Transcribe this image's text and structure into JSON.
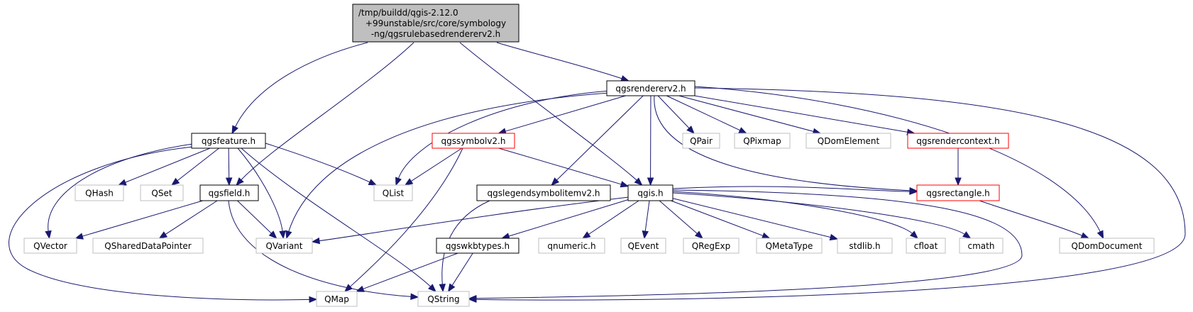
{
  "colors": {
    "edge": "#191970",
    "border_black": "#000000",
    "border_red": "#ff0000",
    "border_gray": "#bfbfbf",
    "root_fill": "#bfbfbf",
    "node_fill": "#ffffff"
  },
  "nodes": [
    {
      "id": "root",
      "lines": [
        "/tmp/buildd/qgis-2.12.0",
        "+99unstable/src/core/symbology",
        "-ng/qgsrulebasedrendererv2.h"
      ],
      "style": "root"
    },
    {
      "id": "qgsfeature",
      "lines": [
        "qgsfeature.h"
      ],
      "style": "black"
    },
    {
      "id": "qgsrendererv2",
      "lines": [
        "qgsrendererv2.h"
      ],
      "style": "black"
    },
    {
      "id": "qgsfield",
      "lines": [
        "qgsfield.h"
      ],
      "style": "black"
    },
    {
      "id": "qgis",
      "lines": [
        "qgis.h"
      ],
      "style": "black"
    },
    {
      "id": "qgslegendsymbolitemv2",
      "lines": [
        "qgslegendsymbolitemv2.h"
      ],
      "style": "black"
    },
    {
      "id": "qgswkbtypes",
      "lines": [
        "qgswkbtypes.h"
      ],
      "style": "black"
    },
    {
      "id": "qgssymbolv2",
      "lines": [
        "qgssymbolv2.h"
      ],
      "style": "red"
    },
    {
      "id": "qgsrendercontext",
      "lines": [
        "qgsrendercontext.h"
      ],
      "style": "red"
    },
    {
      "id": "qgsrectangle",
      "lines": [
        "qgsrectangle.h"
      ],
      "style": "red"
    },
    {
      "id": "QHash",
      "lines": [
        "QHash"
      ],
      "style": "gray"
    },
    {
      "id": "QSet",
      "lines": [
        "QSet"
      ],
      "style": "gray"
    },
    {
      "id": "QList",
      "lines": [
        "QList"
      ],
      "style": "gray"
    },
    {
      "id": "QVector",
      "lines": [
        "QVector"
      ],
      "style": "gray"
    },
    {
      "id": "QSharedDataPointer",
      "lines": [
        "QSharedDataPointer"
      ],
      "style": "gray"
    },
    {
      "id": "QVariant",
      "lines": [
        "QVariant"
      ],
      "style": "gray"
    },
    {
      "id": "QMap",
      "lines": [
        "QMap"
      ],
      "style": "gray"
    },
    {
      "id": "QString",
      "lines": [
        "QString"
      ],
      "style": "gray"
    },
    {
      "id": "QPair",
      "lines": [
        "QPair"
      ],
      "style": "gray"
    },
    {
      "id": "QPixmap",
      "lines": [
        "QPixmap"
      ],
      "style": "gray"
    },
    {
      "id": "QDomElement",
      "lines": [
        "QDomElement"
      ],
      "style": "gray"
    },
    {
      "id": "QDomDocument",
      "lines": [
        "QDomDocument"
      ],
      "style": "gray"
    },
    {
      "id": "qnumeric",
      "lines": [
        "qnumeric.h"
      ],
      "style": "gray"
    },
    {
      "id": "QEvent",
      "lines": [
        "QEvent"
      ],
      "style": "gray"
    },
    {
      "id": "QRegExp",
      "lines": [
        "QRegExp"
      ],
      "style": "gray"
    },
    {
      "id": "QMetaType",
      "lines": [
        "QMetaType"
      ],
      "style": "gray"
    },
    {
      "id": "stdlib",
      "lines": [
        "stdlib.h"
      ],
      "style": "gray"
    },
    {
      "id": "cfloat",
      "lines": [
        "cfloat"
      ],
      "style": "gray"
    },
    {
      "id": "cmath",
      "lines": [
        "cmath"
      ],
      "style": "gray"
    }
  ],
  "edges": [
    [
      "root",
      "qgsfeature"
    ],
    [
      "root",
      "qgsfield"
    ],
    [
      "root",
      "qgis"
    ],
    [
      "root",
      "qgsrendererv2"
    ],
    [
      "qgsfeature",
      "QHash"
    ],
    [
      "qgsfeature",
      "QSet"
    ],
    [
      "qgsfeature",
      "qgsfield"
    ],
    [
      "qgsfeature",
      "QList"
    ],
    [
      "qgsfeature",
      "QVector"
    ],
    [
      "qgsfeature",
      "QVariant"
    ],
    [
      "qgsfeature",
      "QMap"
    ],
    [
      "qgsfeature",
      "QString"
    ],
    [
      "qgsfield",
      "QVector"
    ],
    [
      "qgsfield",
      "QSharedDataPointer"
    ],
    [
      "qgsfield",
      "QVariant"
    ],
    [
      "qgsfield",
      "QString"
    ],
    [
      "qgsrendererv2",
      "QList"
    ],
    [
      "qgsrendererv2",
      "QVariant"
    ],
    [
      "qgsrendererv2",
      "qgssymbolv2"
    ],
    [
      "qgsrendererv2",
      "qgslegendsymbolitemv2"
    ],
    [
      "qgsrendererv2",
      "qgis"
    ],
    [
      "qgsrendererv2",
      "QPair"
    ],
    [
      "qgsrendererv2",
      "QPixmap"
    ],
    [
      "qgsrendererv2",
      "QDomElement"
    ],
    [
      "qgsrendererv2",
      "qgsrendercontext"
    ],
    [
      "qgsrendererv2",
      "qgsrectangle"
    ],
    [
      "qgsrendererv2",
      "QDomDocument"
    ],
    [
      "qgsrendererv2",
      "QString"
    ],
    [
      "qgssymbolv2",
      "QList"
    ],
    [
      "qgssymbolv2",
      "qgis"
    ],
    [
      "qgssymbolv2",
      "QMap"
    ],
    [
      "qgslegendsymbolitemv2",
      "QString"
    ],
    [
      "qgis",
      "QVariant"
    ],
    [
      "qgis",
      "qgswkbtypes"
    ],
    [
      "qgis",
      "qnumeric"
    ],
    [
      "qgis",
      "QEvent"
    ],
    [
      "qgis",
      "QRegExp"
    ],
    [
      "qgis",
      "QMetaType"
    ],
    [
      "qgis",
      "stdlib"
    ],
    [
      "qgis",
      "cfloat"
    ],
    [
      "qgis",
      "cmath"
    ],
    [
      "qgis",
      "qgsrectangle"
    ],
    [
      "qgis",
      "QString"
    ],
    [
      "qgswkbtypes",
      "QMap"
    ],
    [
      "qgswkbtypes",
      "QString"
    ],
    [
      "qgsrendercontext",
      "qgsrectangle"
    ],
    [
      "qgsrectangle",
      "QDomDocument"
    ]
  ]
}
